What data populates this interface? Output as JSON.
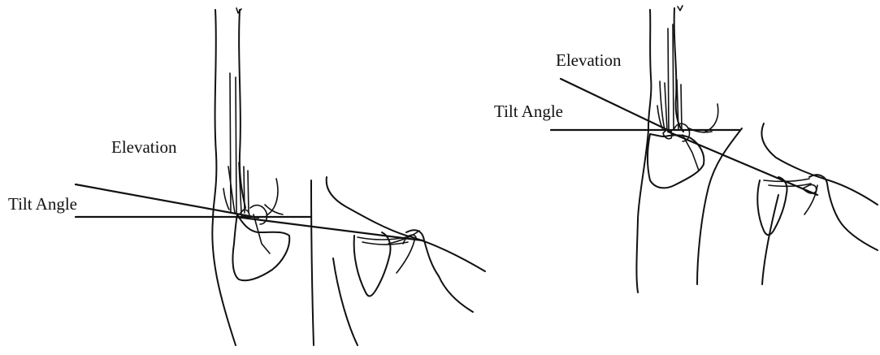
{
  "panels": [
    {
      "elevation_label": "Elevation",
      "tilt_label": "Tilt Angle"
    },
    {
      "elevation_label": "Elevation",
      "tilt_label": "Tilt Angle"
    }
  ],
  "colors": {
    "ink": "#111111",
    "background": "#ffffff"
  }
}
